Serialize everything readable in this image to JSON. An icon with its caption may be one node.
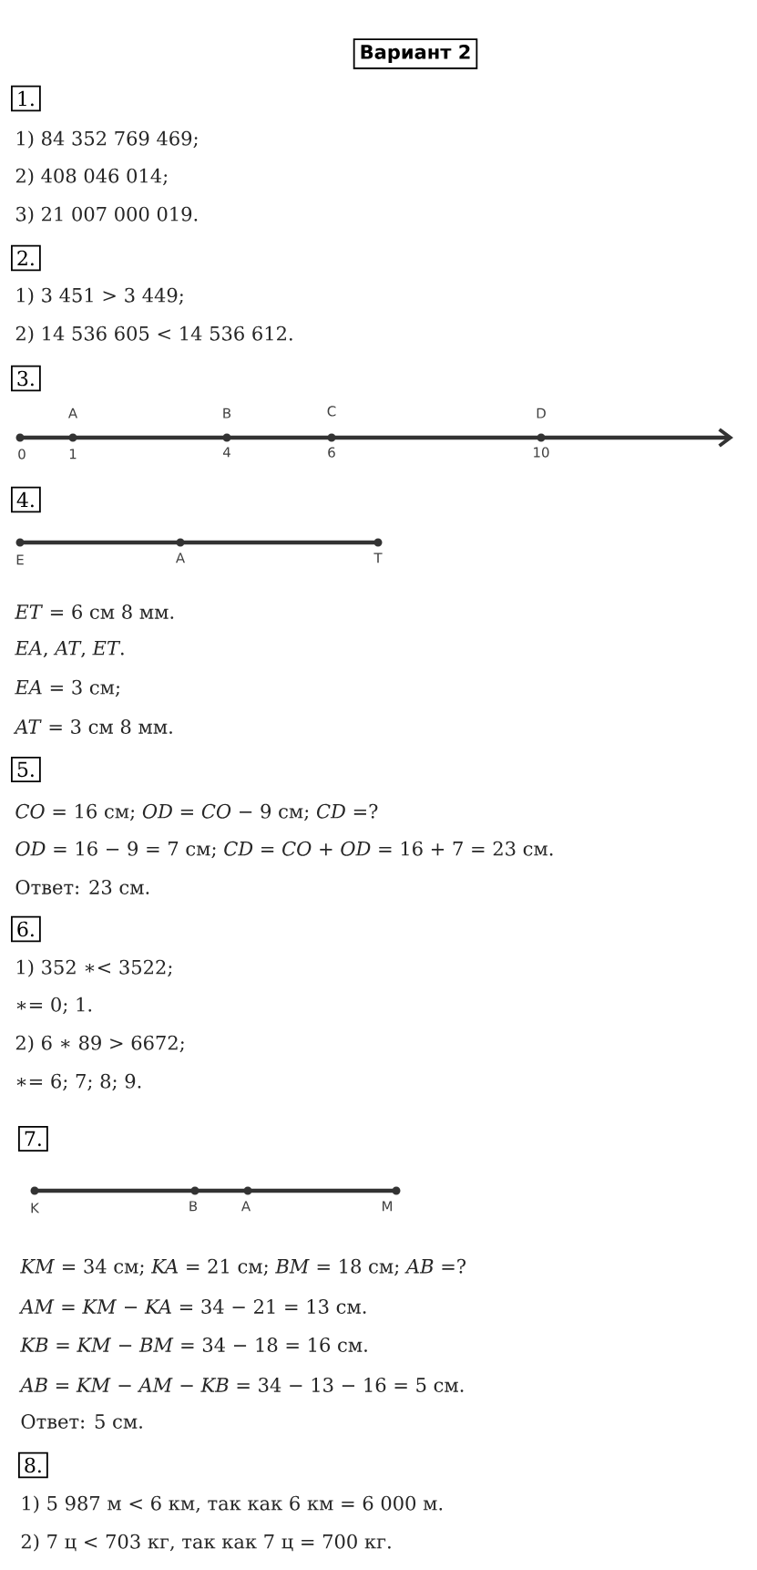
{
  "diagram": {
    "title": "Вариант 2",
    "nodes": [
      {
        "text": [
          "1."
        ]
      },
      {
        "text": [
          "2."
        ]
      },
      {
        "text": [
          "3."
        ]
      },
      {
        "text": [
          "4."
        ]
      },
      {
        "text": [
          "5."
        ]
      },
      {
        "text": [
          "6."
        ]
      },
      {
        "text": [
          "7."
        ]
      },
      {
        "text": [
          "8."
        ]
      }
    ],
    "labels": [
      "1) 84 352 769 469;",
      "2) 408 046 014;",
      "3) 21 007 000 019.",
      "1) 3 451 > 3 449;",
      "2) 14 536 605 < 14 536 612.",
      "A",
      "B",
      "C",
      "D",
      "0",
      "1",
      "4",
      "6",
      "10",
      "E",
      "A",
      "T",
      "*ET* = 6 см 8 мм.",
      "*EA*, *AT*, *ET*.",
      "*EA* = 3 см;",
      "*AT* = 3 см 8 мм.",
      "*CO* = 16 см;   *OD* = *CO* − 9 см;   *CD* =?",
      "*OD* = 16 − 9 = 7 см;     *CD* = *CO* + *OD* = 16 + 7 = 23 см.",
      "Ответ: 23 см.",
      "1) 352 ∗< 3522;",
      "∗= 0; 1.",
      "2) 6 ∗ 89 > 6672;",
      "∗= 6; 7; 8; 9.",
      "K",
      "B",
      "A",
      "M",
      "*KM* = 34 см;    *KA* = 21 см;    *BM* = 18 см;    *AB* =?",
      "*AM* = *KM* − *KA* = 34 − 21 = 13 см.",
      "*KB* = *KM* − *BM* = 34 − 18 = 16 см.",
      "*AB* = *KM* − *AM* − *KB* = 34 − 13 − 16 = 5 см.",
      "Ответ: 5 см.",
      "1) 5 987 м < 6 км, так как 6 км = 6 000 м.",
      "2) 7 ц < 703 кг, так как 7 ц = 700 кг."
    ]
  }
}
